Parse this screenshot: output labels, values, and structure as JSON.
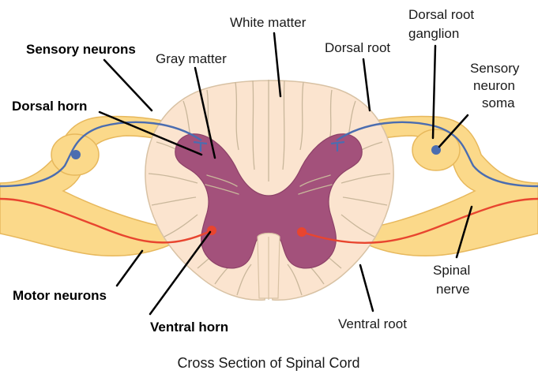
{
  "labels": {
    "white_matter": "White matter",
    "dorsal_root_ganglion_line1": "Dorsal root",
    "dorsal_root_ganglion_line2": "ganglion",
    "sensory_neurons": "Sensory neurons",
    "gray_matter": "Gray matter",
    "dorsal_root": "Dorsal root",
    "sensory_neuron_soma_line1": "Sensory",
    "sensory_neuron_soma_line2": "neuron",
    "sensory_neuron_soma_line3": "soma",
    "dorsal_horn": "Dorsal horn",
    "spinal_nerve_line1": "Spinal",
    "spinal_nerve_line2": "nerve",
    "motor_neurons": "Motor neurons",
    "ventral_horn": "Ventral horn",
    "ventral_root": "Ventral root"
  },
  "caption": "Cross Section of Spinal Cord",
  "colors": {
    "white_matter": "#fbe4cf",
    "gray_matter": "#a3517b",
    "nerve_root": "#fbd98a",
    "nerve_root_edge": "#e7b85c",
    "sensory_axon": "#4b6db0",
    "motor_axon": "#e8452f",
    "leader_line": "#000000"
  }
}
